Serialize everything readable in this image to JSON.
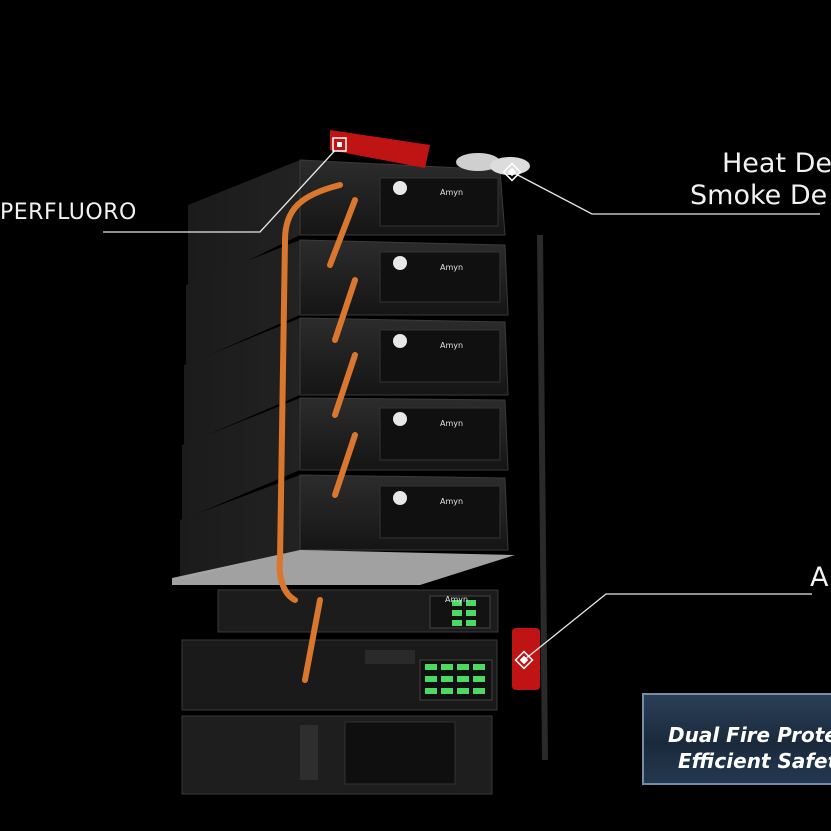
{
  "labels": {
    "perfluoro": "PERFLUORO",
    "heat_detector": "Heat De",
    "smoke_detector": "Smoke De",
    "aerosol": "A"
  },
  "banner": {
    "line1": "Dual Fire Prote",
    "line2": "Efficient Safet"
  },
  "brand_mark": "Amyn",
  "colors": {
    "background": "#000000",
    "cable_orange": "#d9772e",
    "extinguisher_red": "#c01414",
    "indicator_green": "#4cd964",
    "banner_border": "#6f8ea8"
  }
}
